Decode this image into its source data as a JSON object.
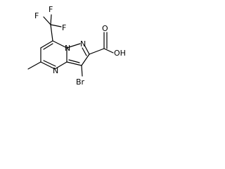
{
  "molecule": {
    "atoms": {
      "F1": "F",
      "F2": "F",
      "F3": "F",
      "N1": "N",
      "N2": "N",
      "N3": "N",
      "OH": "OH",
      "O": "O",
      "Br": "Br"
    },
    "colors": {
      "bond": "#000000",
      "label": "#000000",
      "background": "#ffffff"
    }
  }
}
